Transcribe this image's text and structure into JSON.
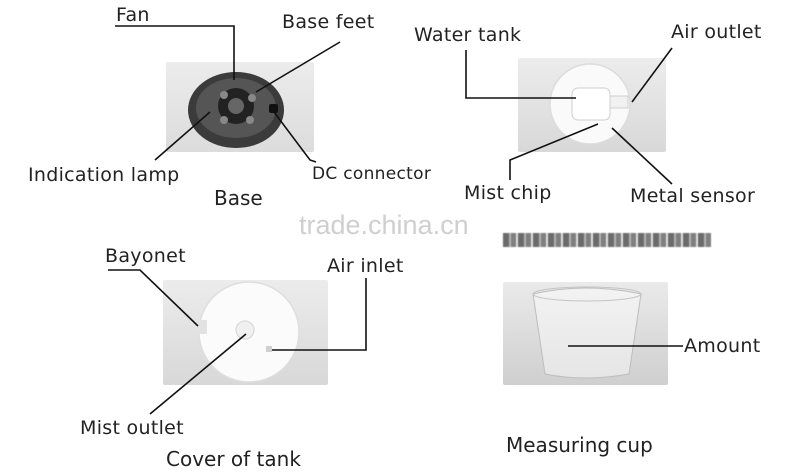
{
  "panels": {
    "base": {
      "caption": "Base",
      "labels": {
        "fan": "Fan",
        "base_feet": "Base feet",
        "indication_lamp": "Indication lamp",
        "dc_connector": "DC connector"
      }
    },
    "water_tank": {
      "labels": {
        "water_tank": "Water tank",
        "air_outlet": "Air outlet",
        "mist_chip": "Mist chip",
        "metal_sensor": "Metal sensor"
      }
    },
    "cover": {
      "caption": "Cover of tank",
      "labels": {
        "bayonet": "Bayonet",
        "air_inlet": "Air inlet",
        "mist_outlet": "Mist outlet"
      }
    },
    "cup": {
      "caption": "Measuring cup",
      "labels": {
        "amount": "Amount"
      }
    }
  },
  "watermark": "trade.china.cn"
}
